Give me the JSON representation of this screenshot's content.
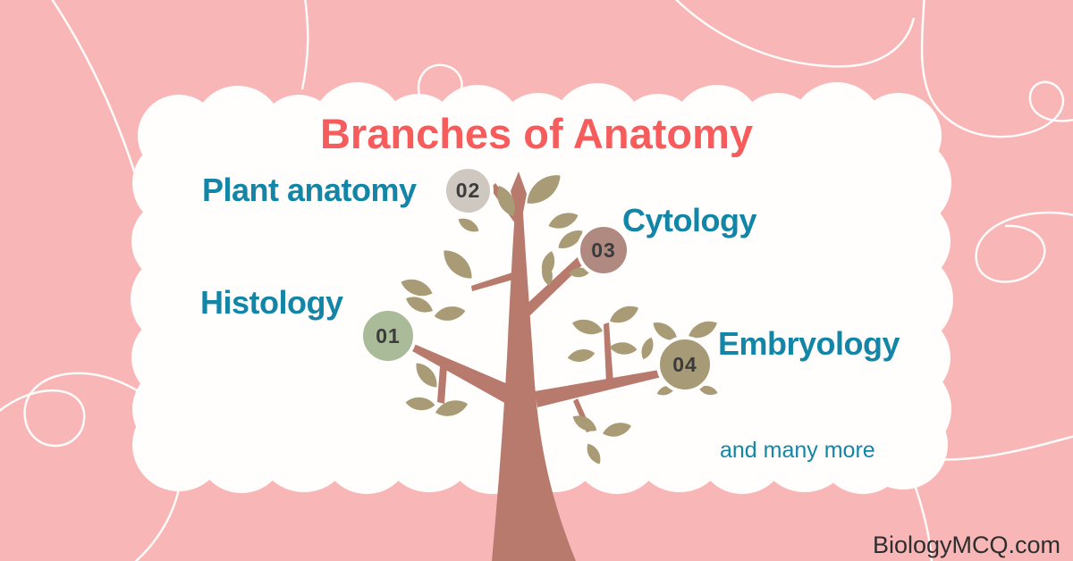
{
  "title": {
    "text": "Branches of Anatomy",
    "color": "#f75c5c"
  },
  "branches": [
    {
      "number": "01",
      "label": "Histology",
      "circle_color": "#a9bb99"
    },
    {
      "number": "02",
      "label": "Plant anatomy",
      "circle_color": "#cfc8c1"
    },
    {
      "number": "03",
      "label": "Cytology",
      "circle_color": "#b08a80"
    },
    {
      "number": "04",
      "label": "Embryology",
      "circle_color": "#a79a76"
    }
  ],
  "footnote": "and many more",
  "watermark": "BiologyMCQ.com",
  "colors": {
    "background": "#f8b6b6",
    "panel": "#fffefc",
    "title_text": "#f75c5c",
    "label_text": "#1386a8",
    "number_text": "#3b3b3b",
    "tree_trunk": "#b97a6e",
    "tree_leaves": "#a89b76",
    "watermark_text": "#2e2e2e",
    "swirl_lines": "#ffffff"
  }
}
